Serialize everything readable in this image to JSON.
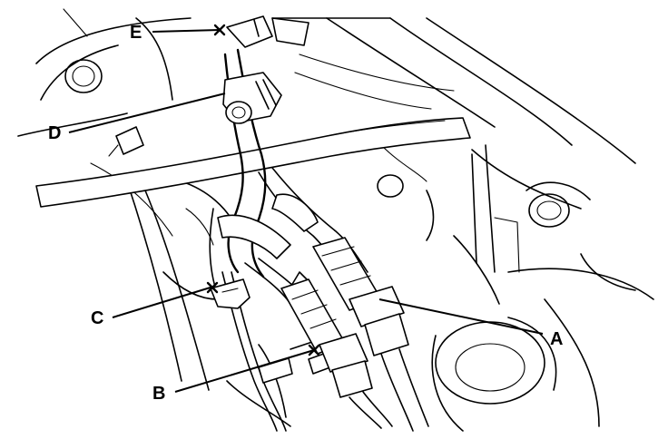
{
  "callouts": {
    "a": "A",
    "b": "B",
    "c": "C",
    "d": "D",
    "e": "E"
  },
  "colors": {
    "ink": "#000000",
    "paper": "#ffffff"
  }
}
